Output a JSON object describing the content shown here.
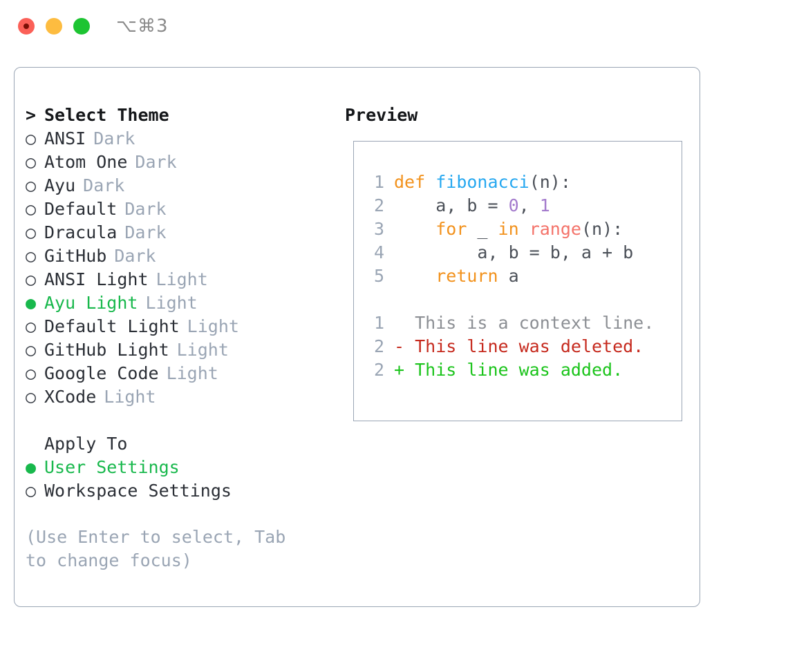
{
  "window": {
    "title": "⌥⌘3",
    "traffic_lights": [
      "close",
      "minimize",
      "maximize"
    ],
    "colors": {
      "close": "#FB6058",
      "minimize": "#FDBC40",
      "maximize": "#1DC432",
      "accent_green": "#18B84C",
      "border": "#9aa5b4",
      "muted": "#9aa5b4"
    }
  },
  "theme_list": {
    "header": {
      "marker": ">",
      "label": "Select Theme"
    },
    "selected_marker": "●",
    "unselected_marker": "○",
    "items": [
      {
        "marker": "○",
        "label": "ANSI",
        "variant": "Dark",
        "selected": false
      },
      {
        "marker": "○",
        "label": "Atom One",
        "variant": "Dark",
        "selected": false
      },
      {
        "marker": "○",
        "label": "Ayu",
        "variant": "Dark",
        "selected": false
      },
      {
        "marker": "○",
        "label": "Default",
        "variant": "Dark",
        "selected": false
      },
      {
        "marker": "○",
        "label": "Dracula",
        "variant": "Dark",
        "selected": false
      },
      {
        "marker": "○",
        "label": "GitHub",
        "variant": "Dark",
        "selected": false
      },
      {
        "marker": "○",
        "label": "ANSI Light",
        "variant": "Light",
        "selected": false
      },
      {
        "marker": "●",
        "label": "Ayu Light",
        "variant": "Light",
        "selected": true
      },
      {
        "marker": "○",
        "label": "Default Light",
        "variant": "Light",
        "selected": false
      },
      {
        "marker": "○",
        "label": "GitHub Light",
        "variant": "Light",
        "selected": false
      },
      {
        "marker": "○",
        "label": "Google Code",
        "variant": "Light",
        "selected": false
      },
      {
        "marker": "○",
        "label": "XCode",
        "variant": "Light",
        "selected": false
      }
    ]
  },
  "apply_to": {
    "header": {
      "marker": " ",
      "label": "Apply To"
    },
    "items": [
      {
        "marker": "●",
        "label": "User Settings",
        "selected": true
      },
      {
        "marker": "○",
        "label": "Workspace Settings",
        "selected": false
      }
    ]
  },
  "hint": "(Use Enter to select, Tab to change focus)",
  "preview": {
    "title": "Preview",
    "code_lines": [
      {
        "gutter": "1",
        "tokens": [
          {
            "text": "def ",
            "kind": "kw"
          },
          {
            "text": "fibonacci",
            "kind": "fn"
          },
          {
            "text": "(n):",
            "kind": "plain"
          }
        ]
      },
      {
        "gutter": "2",
        "tokens": [
          {
            "text": "    a, b = ",
            "kind": "plain"
          },
          {
            "text": "0",
            "kind": "num"
          },
          {
            "text": ", ",
            "kind": "plain"
          },
          {
            "text": "1",
            "kind": "num"
          }
        ]
      },
      {
        "gutter": "3",
        "tokens": [
          {
            "text": "    ",
            "kind": "plain"
          },
          {
            "text": "for",
            "kind": "kw"
          },
          {
            "text": " _ ",
            "kind": "plain"
          },
          {
            "text": "in",
            "kind": "kw"
          },
          {
            "text": " ",
            "kind": "plain"
          },
          {
            "text": "range",
            "kind": "builtin"
          },
          {
            "text": "(n):",
            "kind": "plain"
          }
        ]
      },
      {
        "gutter": "4",
        "tokens": [
          {
            "text": "        a, b = b, a + b",
            "kind": "plain"
          }
        ]
      },
      {
        "gutter": "5",
        "tokens": [
          {
            "text": "    ",
            "kind": "plain"
          },
          {
            "text": "return",
            "kind": "kw"
          },
          {
            "text": " a",
            "kind": "plain"
          }
        ]
      },
      {
        "gutter": "",
        "tokens": []
      },
      {
        "gutter": "1",
        "tokens": [
          {
            "text": "  This is a context line.",
            "kind": "ctx"
          }
        ]
      },
      {
        "gutter": "2",
        "tokens": [
          {
            "text": "- This line was deleted.",
            "kind": "del"
          }
        ]
      },
      {
        "gutter": "2",
        "tokens": [
          {
            "text": "+ This line was added.",
            "kind": "add"
          }
        ]
      }
    ]
  }
}
